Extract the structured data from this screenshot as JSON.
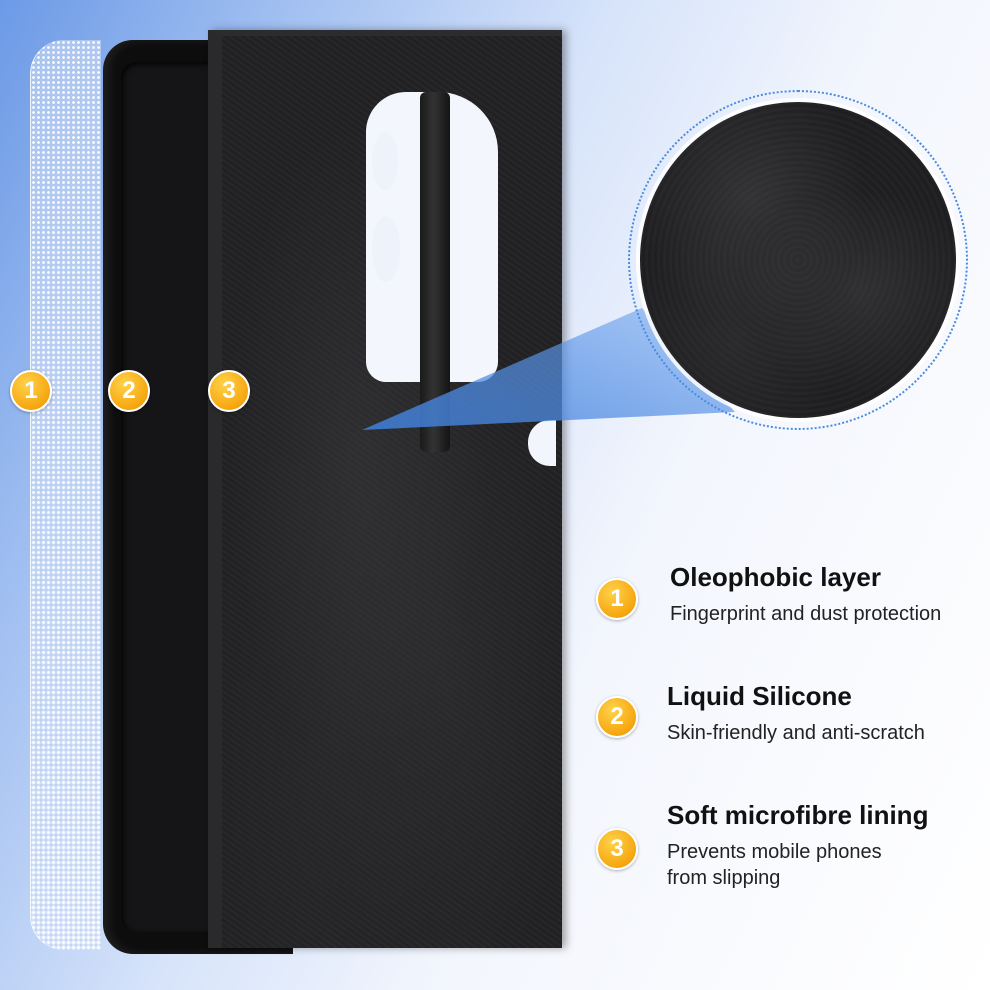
{
  "layer_badges": [
    "1",
    "2",
    "3"
  ],
  "features": [
    {
      "number": "1",
      "title": "Oleophobic layer",
      "description": "Fingerprint and dust protection"
    },
    {
      "number": "2",
      "title": "Liquid Silicone",
      "description": "Skin-friendly and anti-scratch"
    },
    {
      "number": "3",
      "title": "Soft microfibre lining",
      "description": "Prevents mobile phones\nfrom slipping"
    }
  ],
  "colors": {
    "badge": "#f6a60f",
    "beam": "#4a8ae0",
    "case": "#151517",
    "lining": "#222224"
  }
}
